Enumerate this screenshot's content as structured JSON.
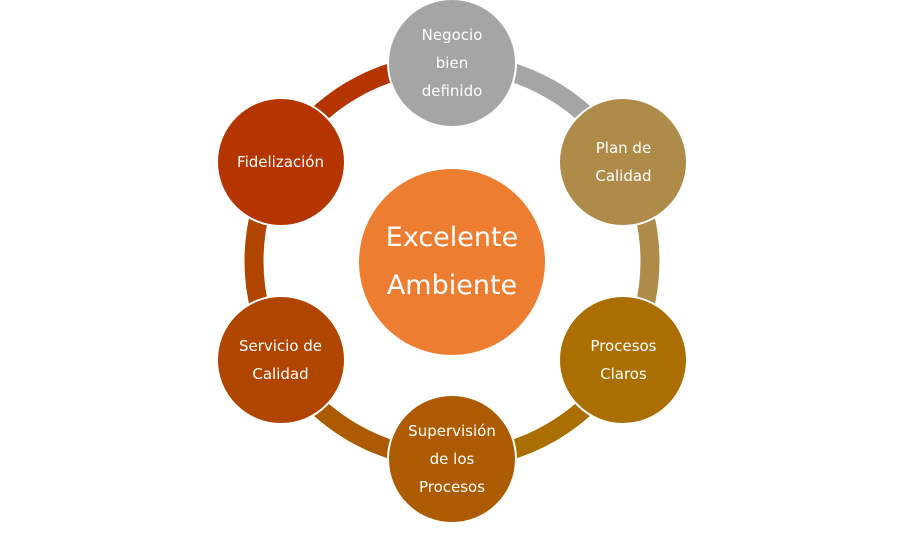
{
  "diagram": {
    "center": {
      "lines": [
        "Excelente",
        "Ambiente"
      ],
      "color": "#ed7d31"
    },
    "nodes": [
      {
        "lines": [
          "Negocio",
          "bien",
          "definido"
        ],
        "color": "#a5a5a5"
      },
      {
        "lines": [
          "Plan de",
          "Calidad"
        ],
        "color": "#ae8b48"
      },
      {
        "lines": [
          "Procesos",
          "Claros"
        ],
        "color": "#aa6f00"
      },
      {
        "lines": [
          "Supervisión",
          "de los",
          "Procesos"
        ],
        "color": "#ad5b00"
      },
      {
        "lines": [
          "Servicio de",
          "Calidad"
        ],
        "color": "#b04500"
      },
      {
        "lines": [
          "Fidelización"
        ],
        "color": "#b43500"
      }
    ]
  }
}
